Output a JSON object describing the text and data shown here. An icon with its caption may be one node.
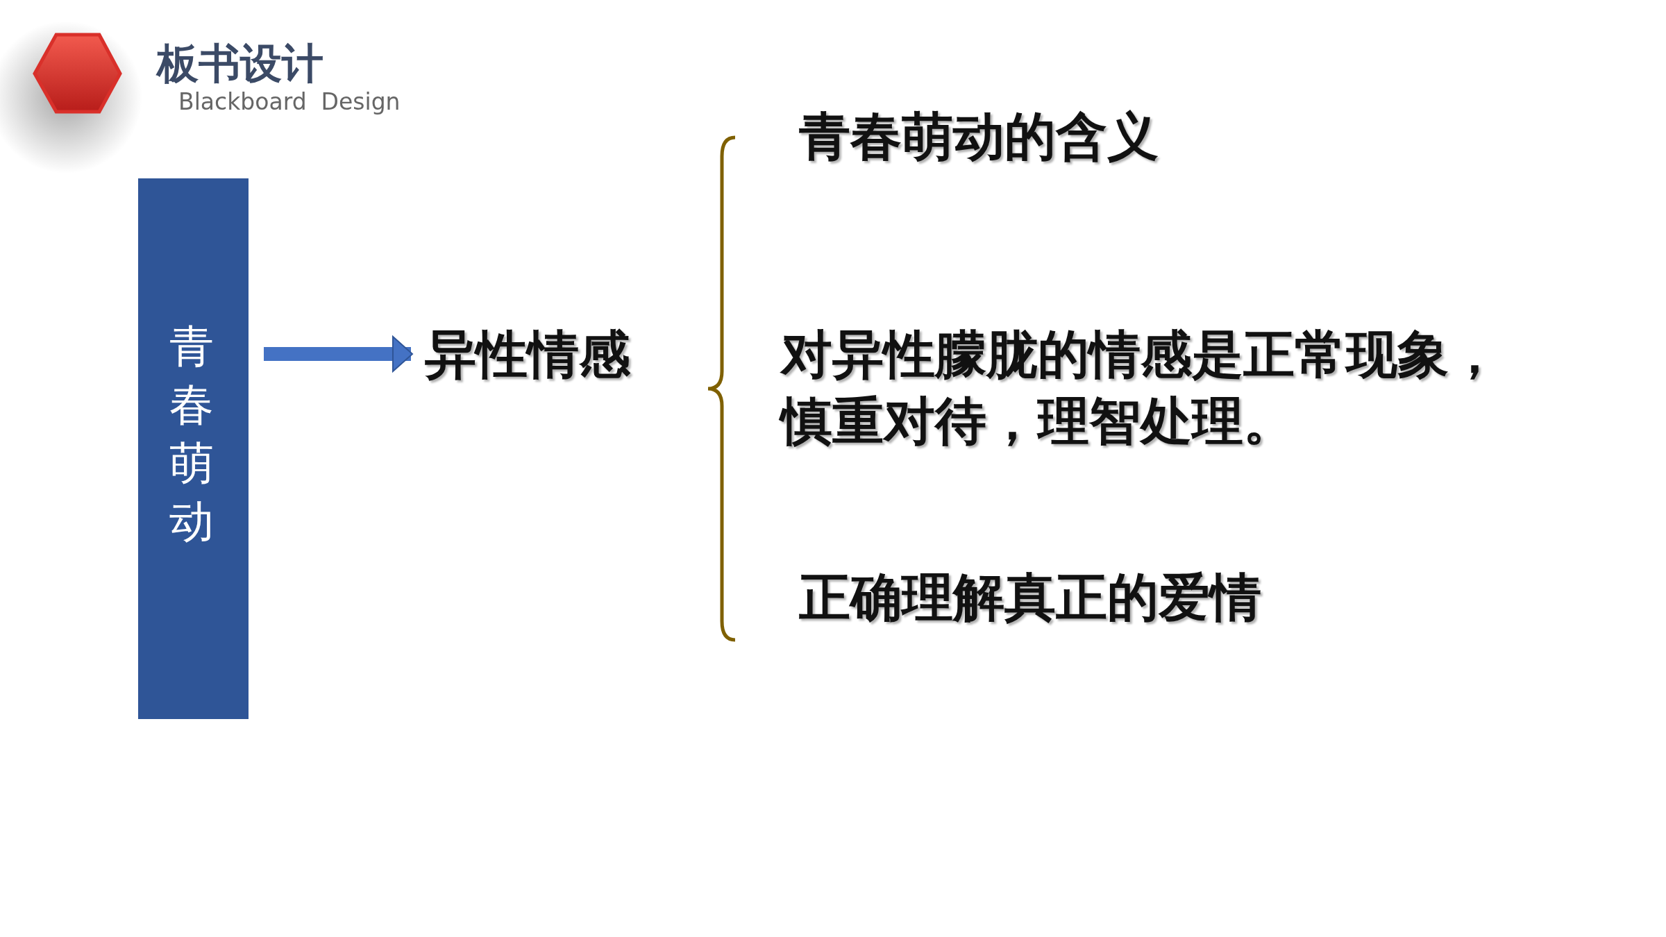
{
  "diagram": {
    "title": "板书设计",
    "nodes": [
      {
        "text": [
          "青春萌动"
        ]
      },
      {
        "text": [
          "异性情感"
        ]
      }
    ],
    "edges": [
      {
        "from": 0,
        "to": 1,
        "arrow": "to"
      }
    ],
    "labels": [
      "Blackboard  Design",
      "青春萌动的含义",
      "对异性朦胧的情感是正常现象，慎重对待，理智处理。",
      "正确理解真正的爱情"
    ]
  }
}
